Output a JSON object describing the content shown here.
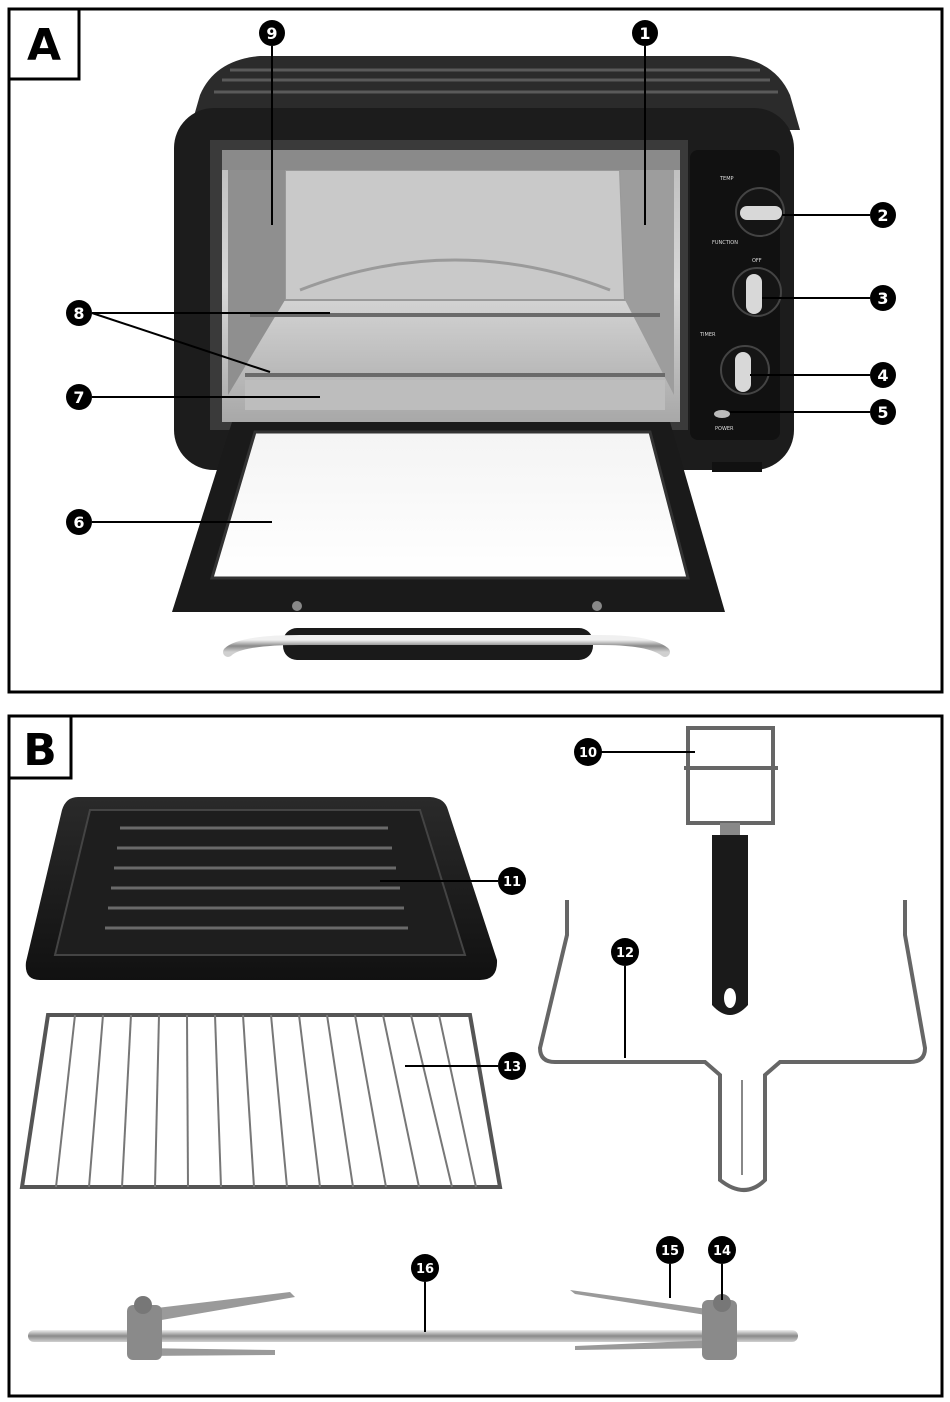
{
  "panels": [
    {
      "letter": "A"
    },
    {
      "letter": "B"
    }
  ],
  "callouts": {
    "c1": "1",
    "c2": "2",
    "c3": "3",
    "c4": "4",
    "c5": "5",
    "c6": "6",
    "c7": "7",
    "c8": "8",
    "c9": "9",
    "c10": "10",
    "c11": "11",
    "c12": "12",
    "c13": "13",
    "c14": "14",
    "c15": "15",
    "c16": "16"
  },
  "control_panel": {
    "temp": "TEMP",
    "function": "FUNCTION",
    "off": "OFF",
    "timer": "TIMER",
    "power": "POWER"
  }
}
